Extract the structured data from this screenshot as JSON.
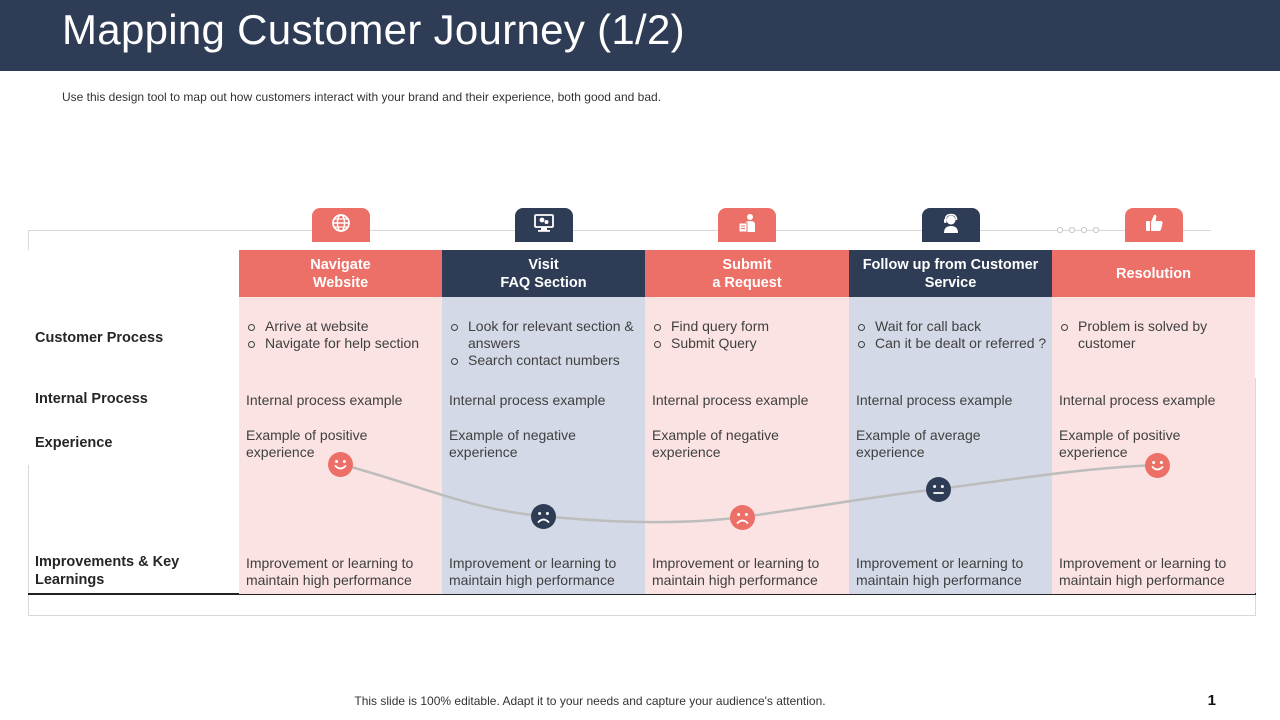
{
  "header": {
    "title": "Mapping Customer Journey (1/2)"
  },
  "subtitle": "Use this design tool to map out how customers interact with your brand and their experience, both good and bad.",
  "colors": {
    "coral": "#ec7068",
    "navy": "#2f3c56",
    "coral_light": "#fae3e2",
    "navy_light": "#d3d9e6"
  },
  "stages": [
    {
      "title": "Navigate\nWebsite",
      "icon": "globe-icon",
      "theme": "coral",
      "customer_process": [
        "Arrive at website",
        "Navigate for help section"
      ],
      "internal_process": "Internal process example",
      "experience": "Example of positive experience",
      "sentiment": "positive",
      "improvement": "Improvement or learning to maintain high performance"
    },
    {
      "title": "Visit\nFAQ Section",
      "icon": "computer-help-icon",
      "theme": "navy",
      "customer_process": [
        "Look for relevant section & answers",
        "Search contact numbers"
      ],
      "internal_process": "Internal process example",
      "experience": "Example of negative experience",
      "sentiment": "negative",
      "improvement": "Improvement or learning to maintain high performance"
    },
    {
      "title": "Submit\na Request",
      "icon": "request-form-icon",
      "theme": "coral",
      "customer_process": [
        "Find query form",
        "Submit Query"
      ],
      "internal_process": "Internal process example",
      "experience": "Example of negative experience",
      "sentiment": "negative",
      "improvement": "Improvement or learning to maintain high performance"
    },
    {
      "title": "Follow up from Customer Service",
      "icon": "support-agent-icon",
      "theme": "navy",
      "customer_process": [
        "Wait for call back",
        "Can it be dealt or referred ?"
      ],
      "internal_process": "Internal process example",
      "experience": "Example of average experience",
      "sentiment": "neutral",
      "improvement": "Improvement or learning to maintain high performance"
    },
    {
      "title": "Resolution",
      "icon": "thumbs-up-icon",
      "theme": "coral",
      "customer_process": [
        "Problem is solved by customer"
      ],
      "internal_process": "Internal process example",
      "experience": "Example of positive experience",
      "sentiment": "positive",
      "improvement": "Improvement or learning to maintain high performance"
    }
  ],
  "row_labels": {
    "customer_process": "Customer Process",
    "internal_process": "Internal Process",
    "experience": "Experience",
    "improvements": "Improvements & Key Learnings"
  },
  "footer": {
    "note": "This slide is 100% editable. Adapt it to your needs and capture your audience's attention.",
    "page_number": "1"
  }
}
